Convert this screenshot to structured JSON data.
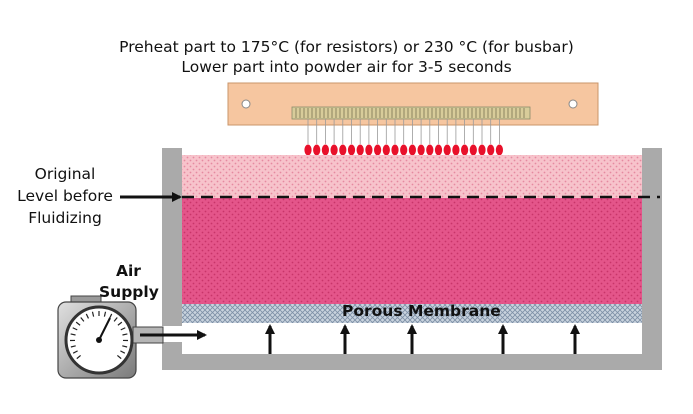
{
  "instructions": {
    "line1": "Preheat part to 175°C (for resistors) or 230 °C (for busbar)",
    "line2": "Lower part into powder air for 3-5 seconds"
  },
  "labels": {
    "original_level_line1": "Original",
    "original_level_line2": "Level before",
    "original_level_line3": "Fluidizing",
    "air_supply_line1": "Air",
    "air_supply_line2": "Supply",
    "porous_membrane": "Porous Membrane"
  },
  "colors": {
    "tank_wall": "#aaaaaa",
    "powder_fluidized": "#e85a8a",
    "powder_top": "#f7c0c8",
    "membrane": "#b8c8d8",
    "plate": "#f5c49c",
    "resistor": "#e8102a"
  },
  "icons": {
    "gauge": "pressure-gauge-icon"
  }
}
